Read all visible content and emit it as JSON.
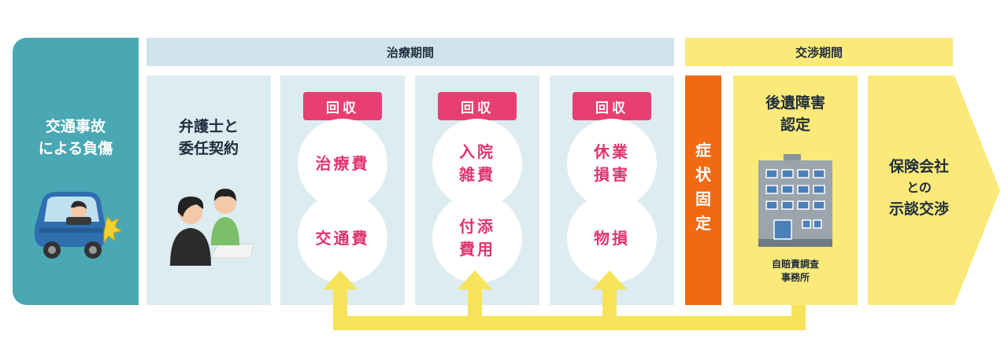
{
  "colors": {
    "teal": "#4aa7b4",
    "light_blue": "#dcecf1",
    "pink": "#e83e72",
    "orange": "#ef6a12",
    "yellow": "#fbe97a",
    "arrow_yellow": "#f6e35a"
  },
  "phases": {
    "treatment": "治療期間",
    "negotiation": "交渉期間"
  },
  "start": {
    "line1": "交通事故",
    "line2": "による負傷",
    "icon": "car-accident-illustration"
  },
  "lawyer": {
    "line1": "弁護士と",
    "line2": "委任契約",
    "icon": "consultation-illustration"
  },
  "recover_label": "回収",
  "columns": [
    {
      "top": [
        "治療費"
      ],
      "bottom": [
        "交通費"
      ]
    },
    {
      "top": [
        "入院",
        "雑費"
      ],
      "bottom": [
        "付添",
        "費用"
      ]
    },
    {
      "top": [
        "休業",
        "損害"
      ],
      "bottom": [
        "物損"
      ]
    }
  ],
  "fixed": {
    "chars": [
      "症",
      "状",
      "固",
      "定"
    ]
  },
  "disability": {
    "line1": "後遺障害",
    "line2": "認定",
    "office_line1": "自賠責調査",
    "office_line2": "事務所",
    "icon": "office-building-icon"
  },
  "settlement": {
    "line1": "保険会社",
    "line2": "との",
    "line3": "示談交渉"
  }
}
